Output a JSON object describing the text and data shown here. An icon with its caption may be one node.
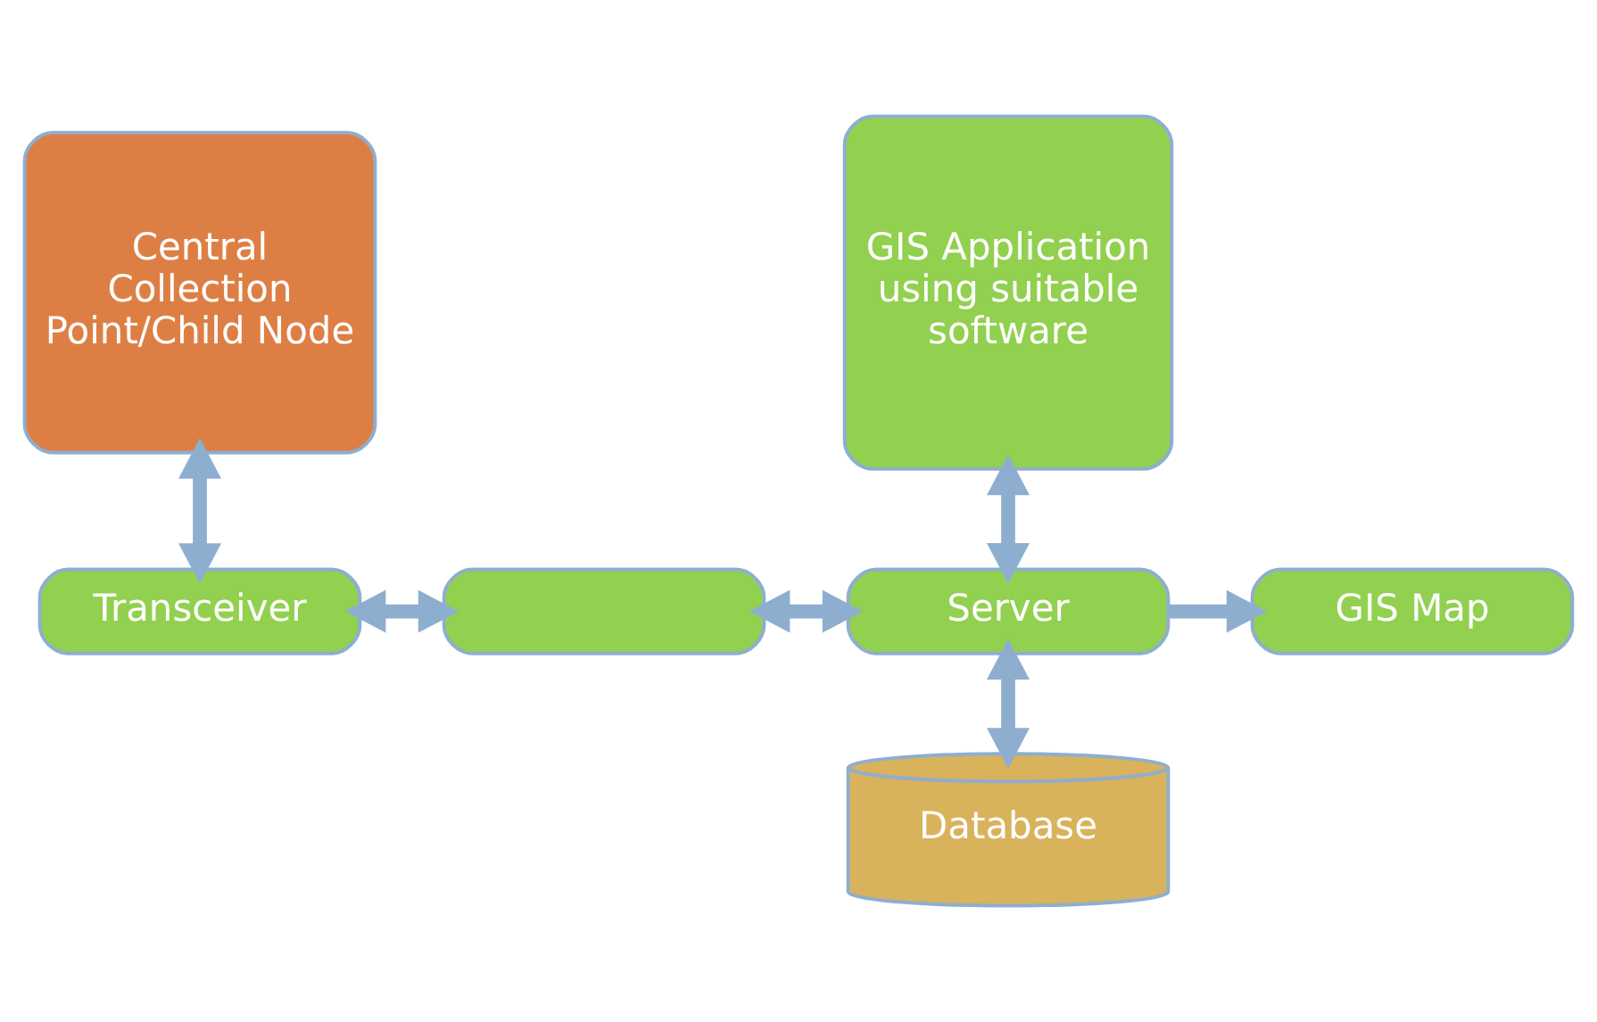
{
  "diagram": {
    "nodes": [
      {
        "text": [
          "Central Collection Point/Child Node"
        ]
      },
      {
        "text": [
          "GIS Application using suitable software"
        ]
      },
      {
        "text": [
          "Transceiver"
        ]
      },
      {
        "text": [],
        "shape": "box"
      },
      {
        "text": [
          "Server"
        ]
      },
      {
        "text": [
          "GIS Map"
        ]
      },
      {
        "text": [
          "Database"
        ]
      }
    ],
    "edges": [
      {
        "from": 0,
        "to": 2,
        "arrow": "both"
      },
      {
        "from": 2,
        "to": 3,
        "arrow": "both"
      },
      {
        "from": 3,
        "to": 4,
        "arrow": "both"
      },
      {
        "from": 1,
        "to": 4,
        "arrow": "both"
      },
      {
        "from": 4,
        "to": 5,
        "arrow": "to"
      },
      {
        "from": 4,
        "to": 6,
        "arrow": "both"
      }
    ]
  }
}
